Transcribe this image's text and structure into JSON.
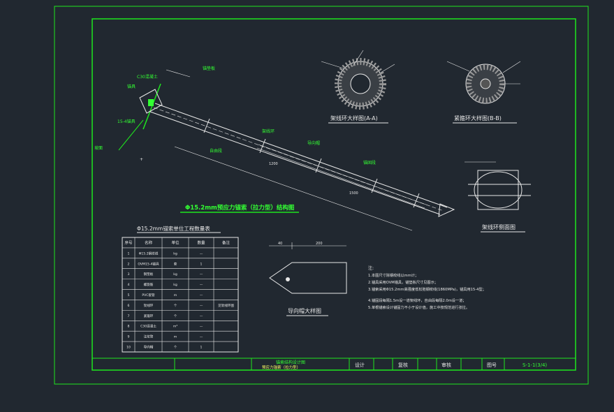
{
  "drawing": {
    "main_title": "Φ15.2mm预应力锚索（拉力型）结构图",
    "section_aa_title": "架线环大样图(A-A)",
    "section_bb_title": "紧箍环大样图(B-B)",
    "spacer_title": "架线环侧面图",
    "guide_title": "导向帽大样图",
    "table_title": "Φ15.2mm锚索单位工程数量表",
    "notes_heading": "注:",
    "notes": [
      "1.本图尺寸除钢绞线以mm计；",
      "2.锚具采用OVM锚具，锚垫板尺寸见图示；",
      "3.锚索采用Φ15.2mm高强度低松弛钢绞线(1860MPa)，锚具用15-4型；",
      "4.锚固段每隔1.5m设一道架线环，自由段每隔2.0m设一道；",
      "5.单根锚索设计锚固力不小于设计值，施工中按规范进行张拉。"
    ],
    "guide_dims": [
      "40",
      "200"
    ],
    "annotations": {
      "gyb": "C30混凝土",
      "anchor_head": "锚具",
      "bearing_plate": "锚垫板",
      "cable": "15-4锚具",
      "slope": "坡面",
      "free_section": "自由段",
      "bond_section": "锚固段",
      "ring": "架线环",
      "guide_cap": "导向帽",
      "dim_free": "1200",
      "dim_bond": "1500"
    }
  },
  "quantity_table": {
    "headers": [
      "序号",
      "名称",
      "单位",
      "数量",
      "备注"
    ],
    "rows": [
      [
        "1",
        "Φ15.2钢绞线",
        "kg",
        "—",
        ""
      ],
      [
        "2",
        "OVM15-4锚具",
        "套",
        "1",
        ""
      ],
      [
        "3",
        "钢垫板",
        "kg",
        "—",
        ""
      ],
      [
        "4",
        "螺旋筋",
        "kg",
        "—",
        ""
      ],
      [
        "5",
        "PVC套管",
        "m",
        "—",
        ""
      ],
      [
        "6",
        "架线环",
        "个",
        "—",
        "见架线环图"
      ],
      [
        "7",
        "紧箍环",
        "个",
        "—",
        ""
      ],
      [
        "8",
        "C30混凝土",
        "m³",
        "—",
        ""
      ],
      [
        "9",
        "注浆管",
        "m",
        "—",
        ""
      ],
      [
        "10",
        "导向帽",
        "个",
        "1",
        ""
      ]
    ]
  },
  "title_block": {
    "project_line1": "锚索结构设计图",
    "project_line2": "预应力锚索（拉力型）",
    "design": "设计",
    "check": "复核",
    "review": "审核",
    "drawing_no_label": "图号",
    "drawing_no": "S-1-1(3/4)"
  }
}
